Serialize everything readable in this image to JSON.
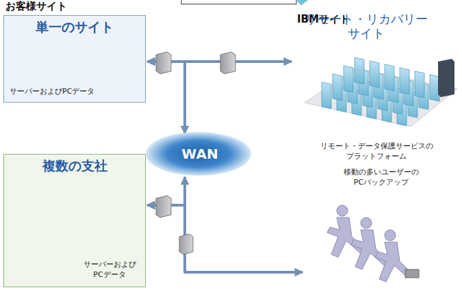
{
  "diagram": {
    "nodes": [
      {
        "text": [
          "単一のサイト",
          "サーバーおよびPCデータ"
        ]
      },
      {
        "text": [
          "複数の支社",
          "サーバーおよび PCデータ"
        ]
      },
      {
        "text": [
          "WAN"
        ]
      },
      {
        "text": [
          "リモート・リカバリー サイト",
          "リモート・データ保護サービスの プラットフォーム"
        ]
      },
      {
        "text": [
          "移動の多いユーザーの PCバックアップ"
        ]
      }
    ],
    "edges": [
      {
        "from": 0,
        "to": 2,
        "arrow": "both"
      },
      {
        "from": 0,
        "to": 3,
        "arrow": "both"
      },
      {
        "from": 1,
        "to": 2,
        "arrow": "both"
      },
      {
        "from": 1,
        "to": 4,
        "arrow": "both"
      }
    ],
    "labels": [
      "お客様サイト",
      "IBMサイト"
    ]
  }
}
